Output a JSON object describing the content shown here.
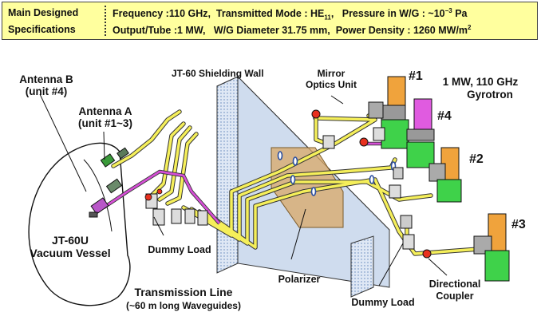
{
  "spec": {
    "label1": "Main Designed",
    "label2": "Specifications",
    "row1": {
      "freq": "Frequency :110 GHz,",
      "mode": "Transmitted Mode : HE",
      "mode_sub": "11",
      "mode_end": ",",
      "pressure": "Pressure in W/G : ~10",
      "pressure_sup": "−3",
      "pressure_unit": " Pa"
    },
    "row2": {
      "output": "Output/Tube :1 MW,",
      "diameter": "W/G Diameter 31.75 mm,",
      "density": "Power Density : 1260 MW/m",
      "density_sup": "2"
    }
  },
  "labels": {
    "antenna_b_1": "Antenna B",
    "antenna_b_2": "(unit #4)",
    "antenna_a_1": "Antenna A",
    "antenna_a_2": "(unit #1~3)",
    "wall": "JT-60 Shielding Wall",
    "mirror_1": "Mirror",
    "mirror_2": "Optics Unit",
    "unit1": "#1",
    "unit2": "#2",
    "unit3": "#3",
    "unit4": "#4",
    "gyrotron_1": "1 MW, 110 GHz",
    "gyrotron_2": "Gyrotron",
    "vessel_1": "JT-60U",
    "vessel_2": "Vacuum Vessel",
    "dummy_left": "Dummy Load",
    "dummy_right": "Dummy Load",
    "tline_1": "Transmission Line",
    "tline_2": "(~60 m long Waveguides)",
    "polarizer": "Polarizer",
    "coupler_1": "Directional",
    "coupler_2": "Coupler"
  },
  "colors": {
    "spec_bg": "#ffff9e",
    "waveguide": "#f5ef5a",
    "waveguide_b": "#d64fd6",
    "gyrotron_orange": "#f0a33c",
    "gyrotron_magenta": "#e05be0",
    "tank_green": "#3fd24a",
    "mirror_red": "#e8301e",
    "wall_blue": "#7fa6d6",
    "polarizer_tan": "#c89b5a"
  }
}
